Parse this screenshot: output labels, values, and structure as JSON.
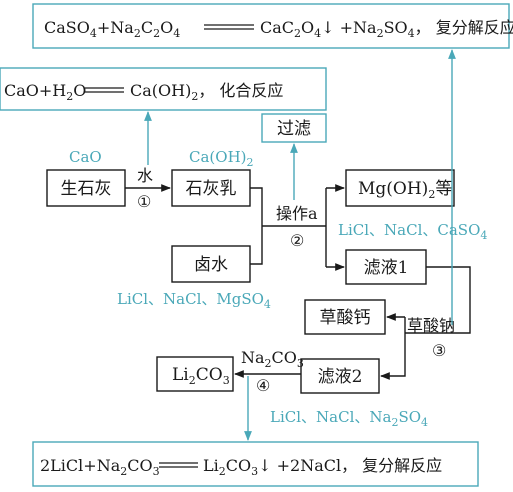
{
  "colors": {
    "teal": "#4aa8b8",
    "ink": "#1a1a1a"
  },
  "equations": {
    "top": {
      "left_main": "CaSO",
      "left_s1": "4",
      "left_mid": "+Na",
      "left_s2": "2",
      "left_c": "C",
      "left_s3": "2",
      "left_o": "O",
      "left_s4": "4",
      "right_main": "CaC",
      "right_s1": "2",
      "right_o": "O",
      "right_s2": "4",
      "right_tail": "↓ +Na",
      "right_s3": "2",
      "right_so": "SO",
      "right_s4": "4",
      "right_end": "，  复分解反应"
    },
    "middle": {
      "left": "CaO+H",
      "left_s1": "2",
      "left_o": "O",
      "right": "Ca(OH)",
      "right_s1": "2",
      "right_end": "，  化合反应"
    },
    "bottom": {
      "left": "2LiCl+Na",
      "left_s1": "2",
      "left_co": "CO",
      "left_s2": "3",
      "right": "Li",
      "right_s1": "2",
      "right_co": "CO",
      "right_s2": "3",
      "right_end": "↓ +2NaCl，  复分解反应"
    }
  },
  "boxes": {
    "quicklime": "生石灰",
    "milk_of_lime": "石灰乳",
    "brine": "卤水",
    "mg_hydroxide_main": "Mg(OH)",
    "mg_hydroxide_sub": "2",
    "mg_hydroxide_tail": "等",
    "filtrate1": "滤液1",
    "calcium_oxalate": "草酸钙",
    "filtrate2": "滤液2",
    "li2co3_main": "Li",
    "li2co3_s1": "2",
    "li2co3_co": "CO",
    "li2co3_s2": "3",
    "filtration": "过滤"
  },
  "labels": {
    "water": "水",
    "step1": "①",
    "operation_a": "操作a",
    "step2": "②",
    "sodium_oxalate": "草酸钠",
    "step3": "③",
    "na2co3_main": "Na",
    "na2co3_s1": "2",
    "na2co3_co": "CO",
    "na2co3_s2": "3",
    "step4": "④"
  },
  "annotations": {
    "cao": "CaO",
    "caoh2_main": "Ca(OH)",
    "caoh2_sub": "2",
    "filtrate1_contents_main": "LiCl、NaCl、CaSO",
    "filtrate1_contents_sub": "4",
    "brine_contents_main": "LiCl、NaCl、MgSO",
    "brine_contents_sub": "4",
    "filtrate2_contents_main": "LiCl、NaCl、Na",
    "filtrate2_contents_s1": "2",
    "filtrate2_contents_so": "SO",
    "filtrate2_contents_s2": "4"
  }
}
